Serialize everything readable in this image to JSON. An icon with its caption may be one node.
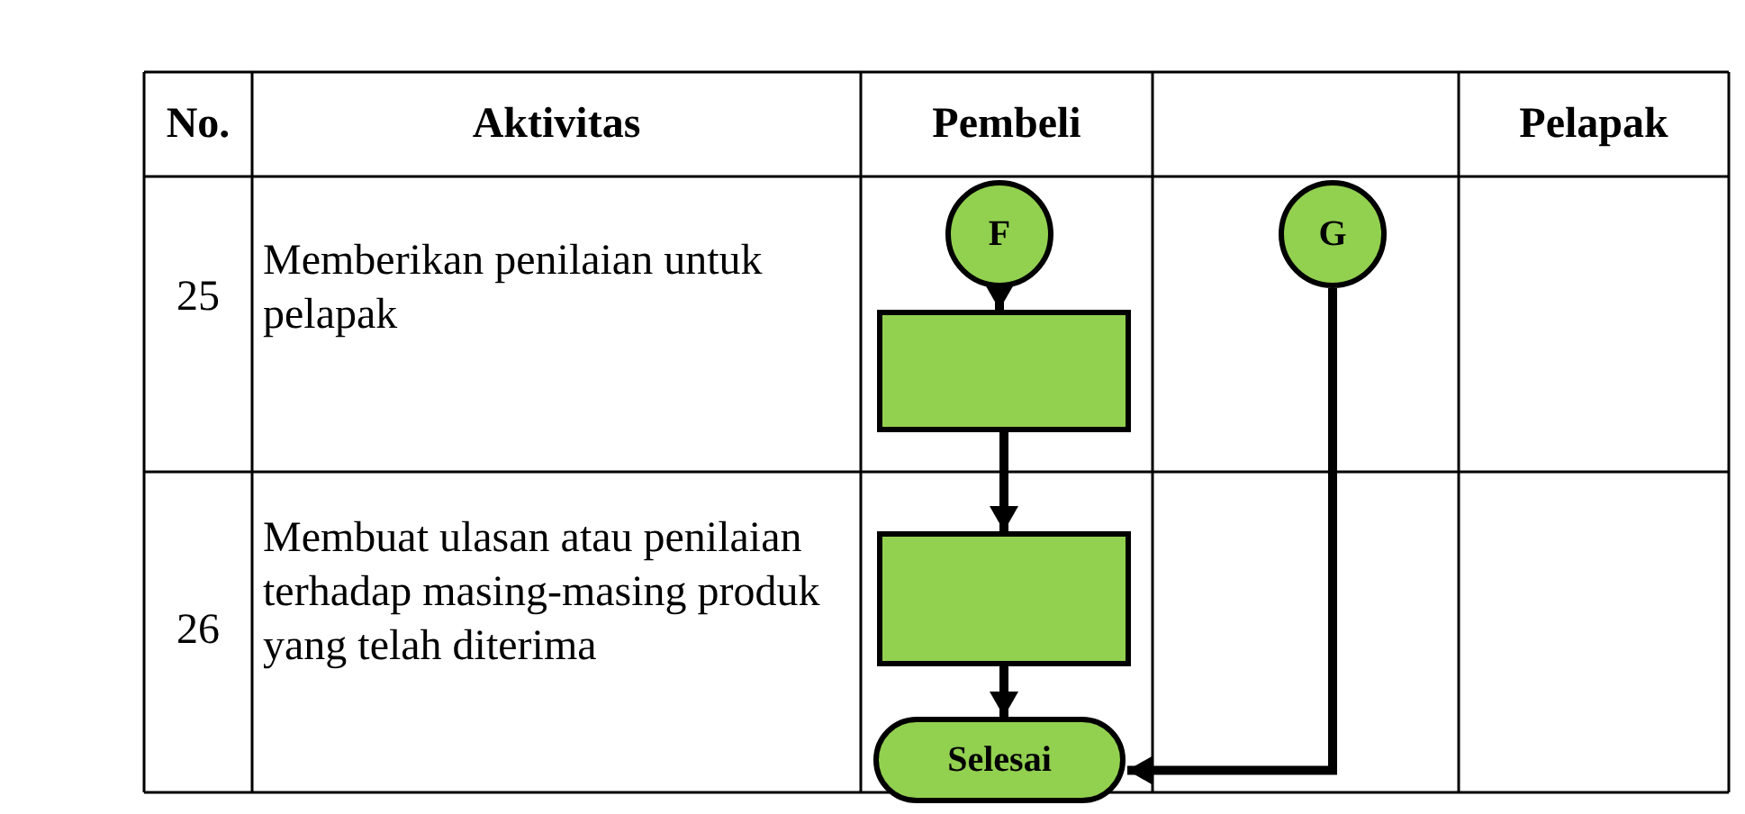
{
  "diagram": {
    "nodes": [
      {
        "text": [
          "F"
        ]
      },
      {
        "text": [
          "G"
        ]
      },
      {
        "text": [],
        "shape": "box"
      },
      {
        "text": [],
        "shape": "box"
      },
      {
        "text": [
          "Selesai"
        ]
      }
    ],
    "edges": [
      {
        "from": 0,
        "to": 2,
        "arrow": "to"
      },
      {
        "from": 2,
        "to": 3,
        "arrow": "to"
      },
      {
        "from": 3,
        "to": 4,
        "arrow": "to"
      },
      {
        "from": 1,
        "to": 4,
        "arrow": "to"
      }
    ],
    "labels": [
      "No.",
      "Aktivitas",
      "Pembeli",
      "Pelapak",
      "25",
      "Memberikan penilaian untuk pelapak",
      "26",
      "Membuat ulasan atau penilaian terhadap masing-masing produk yang telah diterima"
    ]
  }
}
